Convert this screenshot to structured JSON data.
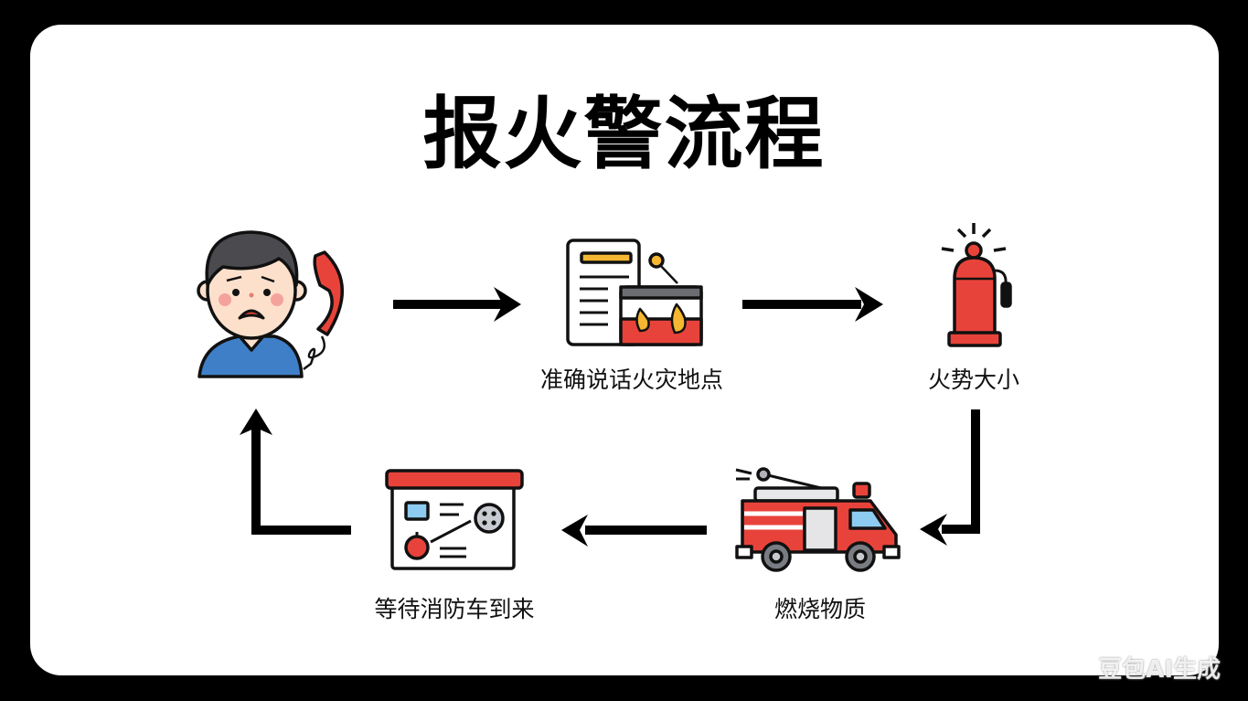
{
  "title": "报火警流程",
  "steps": [
    {
      "id": "call",
      "label": "",
      "icon": "person-calling-icon"
    },
    {
      "id": "location",
      "label": "准确说话火灾地点",
      "icon": "document-fire-location-icon"
    },
    {
      "id": "fire-size",
      "label": "火势大小",
      "icon": "fire-extinguisher-alarm-icon"
    },
    {
      "id": "material",
      "label": "燃烧物质",
      "icon": "fire-truck-icon"
    },
    {
      "id": "wait",
      "label": "等待消防车到来",
      "icon": "dispatch-panel-icon"
    }
  ],
  "colors": {
    "red": "#e8433a",
    "blue": "#3f7fc7",
    "skin": "#fde0cb",
    "hair": "#4a4a4f",
    "yellow": "#f5b731",
    "light-blue": "#8ecbf0",
    "gray": "#9a9ca3"
  },
  "watermark": "豆包AI生成"
}
